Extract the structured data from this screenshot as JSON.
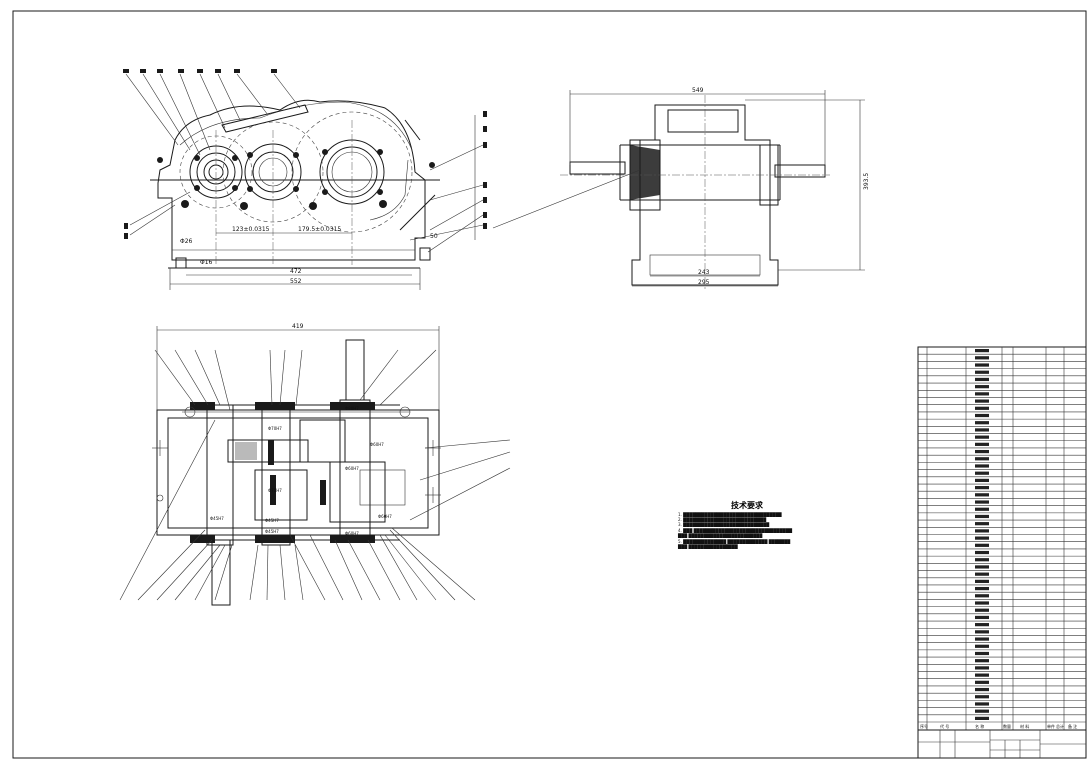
{
  "drawing": {
    "front_view": {
      "dims": {
        "width_inner": "472",
        "width_outer": "552",
        "center_1": "123±0.0315",
        "center_2": "179.5±0.0315",
        "foot": "Φ26",
        "foot_small": "Φ16",
        "side_small": "50"
      }
    },
    "side_view": {
      "dims": {
        "overall_width": "549",
        "height": "393.5",
        "base_inner": "243",
        "base_outer": "295"
      }
    },
    "top_view": {
      "dims": {
        "overall": "419",
        "fits": [
          "Φ80H7",
          "Φ60H7",
          "Φ70H7",
          "Φ60H7",
          "Φ75H7",
          "Φ60H7",
          "Φ60H7",
          "Φ45H7",
          "Φ45H7",
          "Φ45H7"
        ]
      }
    },
    "tech_req": {
      "title": "技术要求",
      "lines": [
        "1. ████████████████████████████████",
        "2. ███████████████████████████",
        "3. ████████████████████████████",
        "4. ███  ████████████████████████████████",
        "███  ████████████████████████",
        "5. ██████████████  █████████████  ███████",
        "███  ████████████████"
      ]
    },
    "title_block": {
      "labels": [
        "序号",
        "代 号",
        "名 称",
        "数量",
        "材 料",
        "单件",
        "总计",
        "备 注"
      ]
    }
  }
}
